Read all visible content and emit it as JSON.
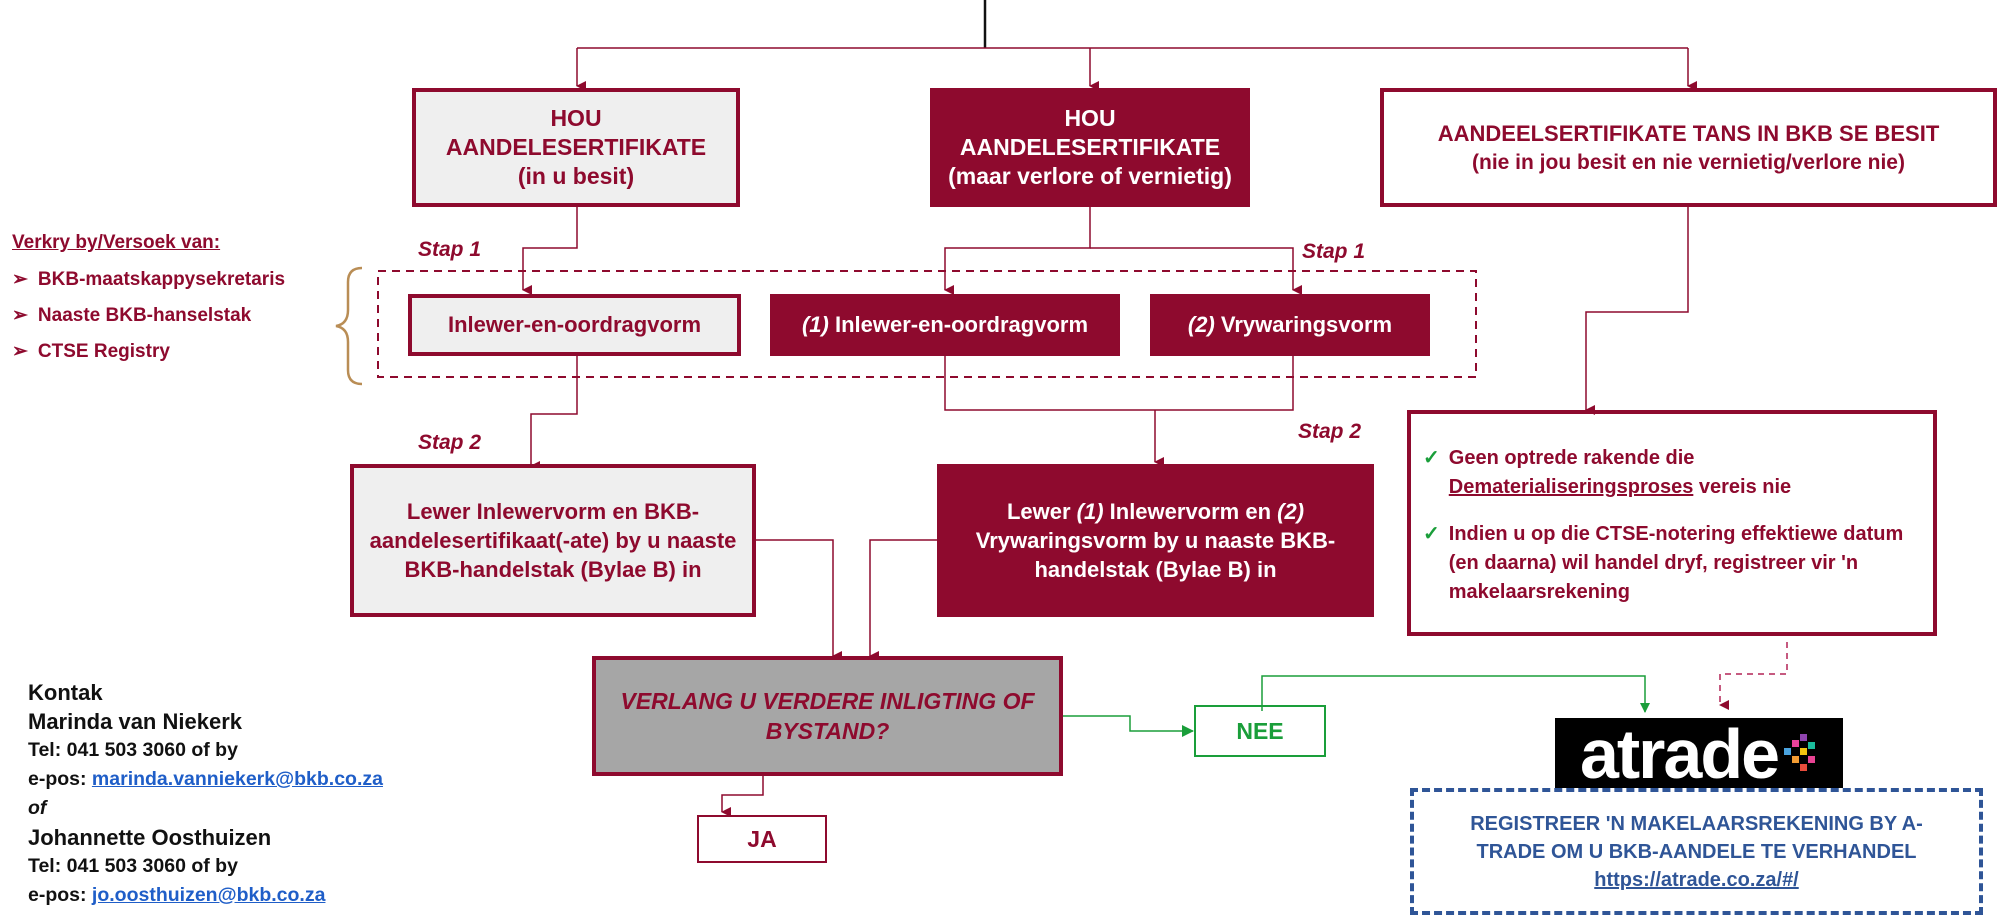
{
  "top_boxes": {
    "left": {
      "title": "HOU AANDELESERTIFIKATE",
      "subtitle": "(in u besit)"
    },
    "middle": {
      "title": "HOU AANDELESERTIFIKATE",
      "subtitle": "(maar verlore of vernietig)"
    },
    "right": {
      "title": "AANDEELSERTIFIKATE TANS IN BKB SE BESIT",
      "subtitle": "(nie in jou besit en nie vernietig/verlore nie)"
    }
  },
  "steps": {
    "stap1": "Stap 1",
    "stap2": "Stap 2"
  },
  "forms": {
    "inlewer": "Inlewer-en-oordragvorm",
    "num1": "(1)",
    "inlewer_num": "Inlewer-en-oordragvorm",
    "num2": "(2)",
    "vrywaring": "Vrywaringsvorm"
  },
  "lewer_left": "Lewer Inlewervorm en BKB-aandelesertifikaat(-ate) by u naaste BKB-handelstak (Bylae B) in",
  "lewer_right": {
    "p1": "Lewer ",
    "n1": "(1)",
    "p2": " Inlewervorm en ",
    "n2": "(2)",
    "p3": " Vrywaringsvorm by u naaste BKB-handelstak (Bylae B) in"
  },
  "question": "VERLANG U VERDERE INLIGTING OF BYSTAND?",
  "nee": "NEE",
  "ja": "JA",
  "side_panel": {
    "heading": "Verkry by/Versoek van:",
    "items": [
      "BKB-maatskappysekretaris",
      "Naaste BKB-hanselstak",
      "CTSE Registry"
    ]
  },
  "right_info": {
    "item1_pre": "Geen optrede rakende die",
    "item1_link": "Dematerialiseringsproses",
    "item1_post": "vereis nie",
    "item2": "Indien u op die CTSE-notering effektiewe datum (en daarna) wil handel dryf, registreer vir 'n makelaarsrekening"
  },
  "contact": {
    "heading": "Kontak",
    "name1": "Marinda van Niekerk",
    "tel1": "Tel: 041 503 3060 of by",
    "email_label": "e-pos:",
    "email1": "marinda.vanniekerk@bkb.co.za",
    "of": "of",
    "name2": "Johannette Oosthuizen",
    "tel2": "Tel: 041 503 3060 of by",
    "email2": "jo.oosthuizen@bkb.co.za"
  },
  "atrade": {
    "logo_text": "atrade",
    "banner_line1": "REGISTREER 'N MAKELAARSREKENING BY A-",
    "banner_line2": "TRADE OM U BKB-AANDELE TE VERHANDEL",
    "url": "https://atrade.co.za/#/"
  },
  "colors": {
    "maroon": "#8e0a2e",
    "green": "#1a9e3a",
    "blue": "#2f5597",
    "grey": "#a6a6a6"
  }
}
